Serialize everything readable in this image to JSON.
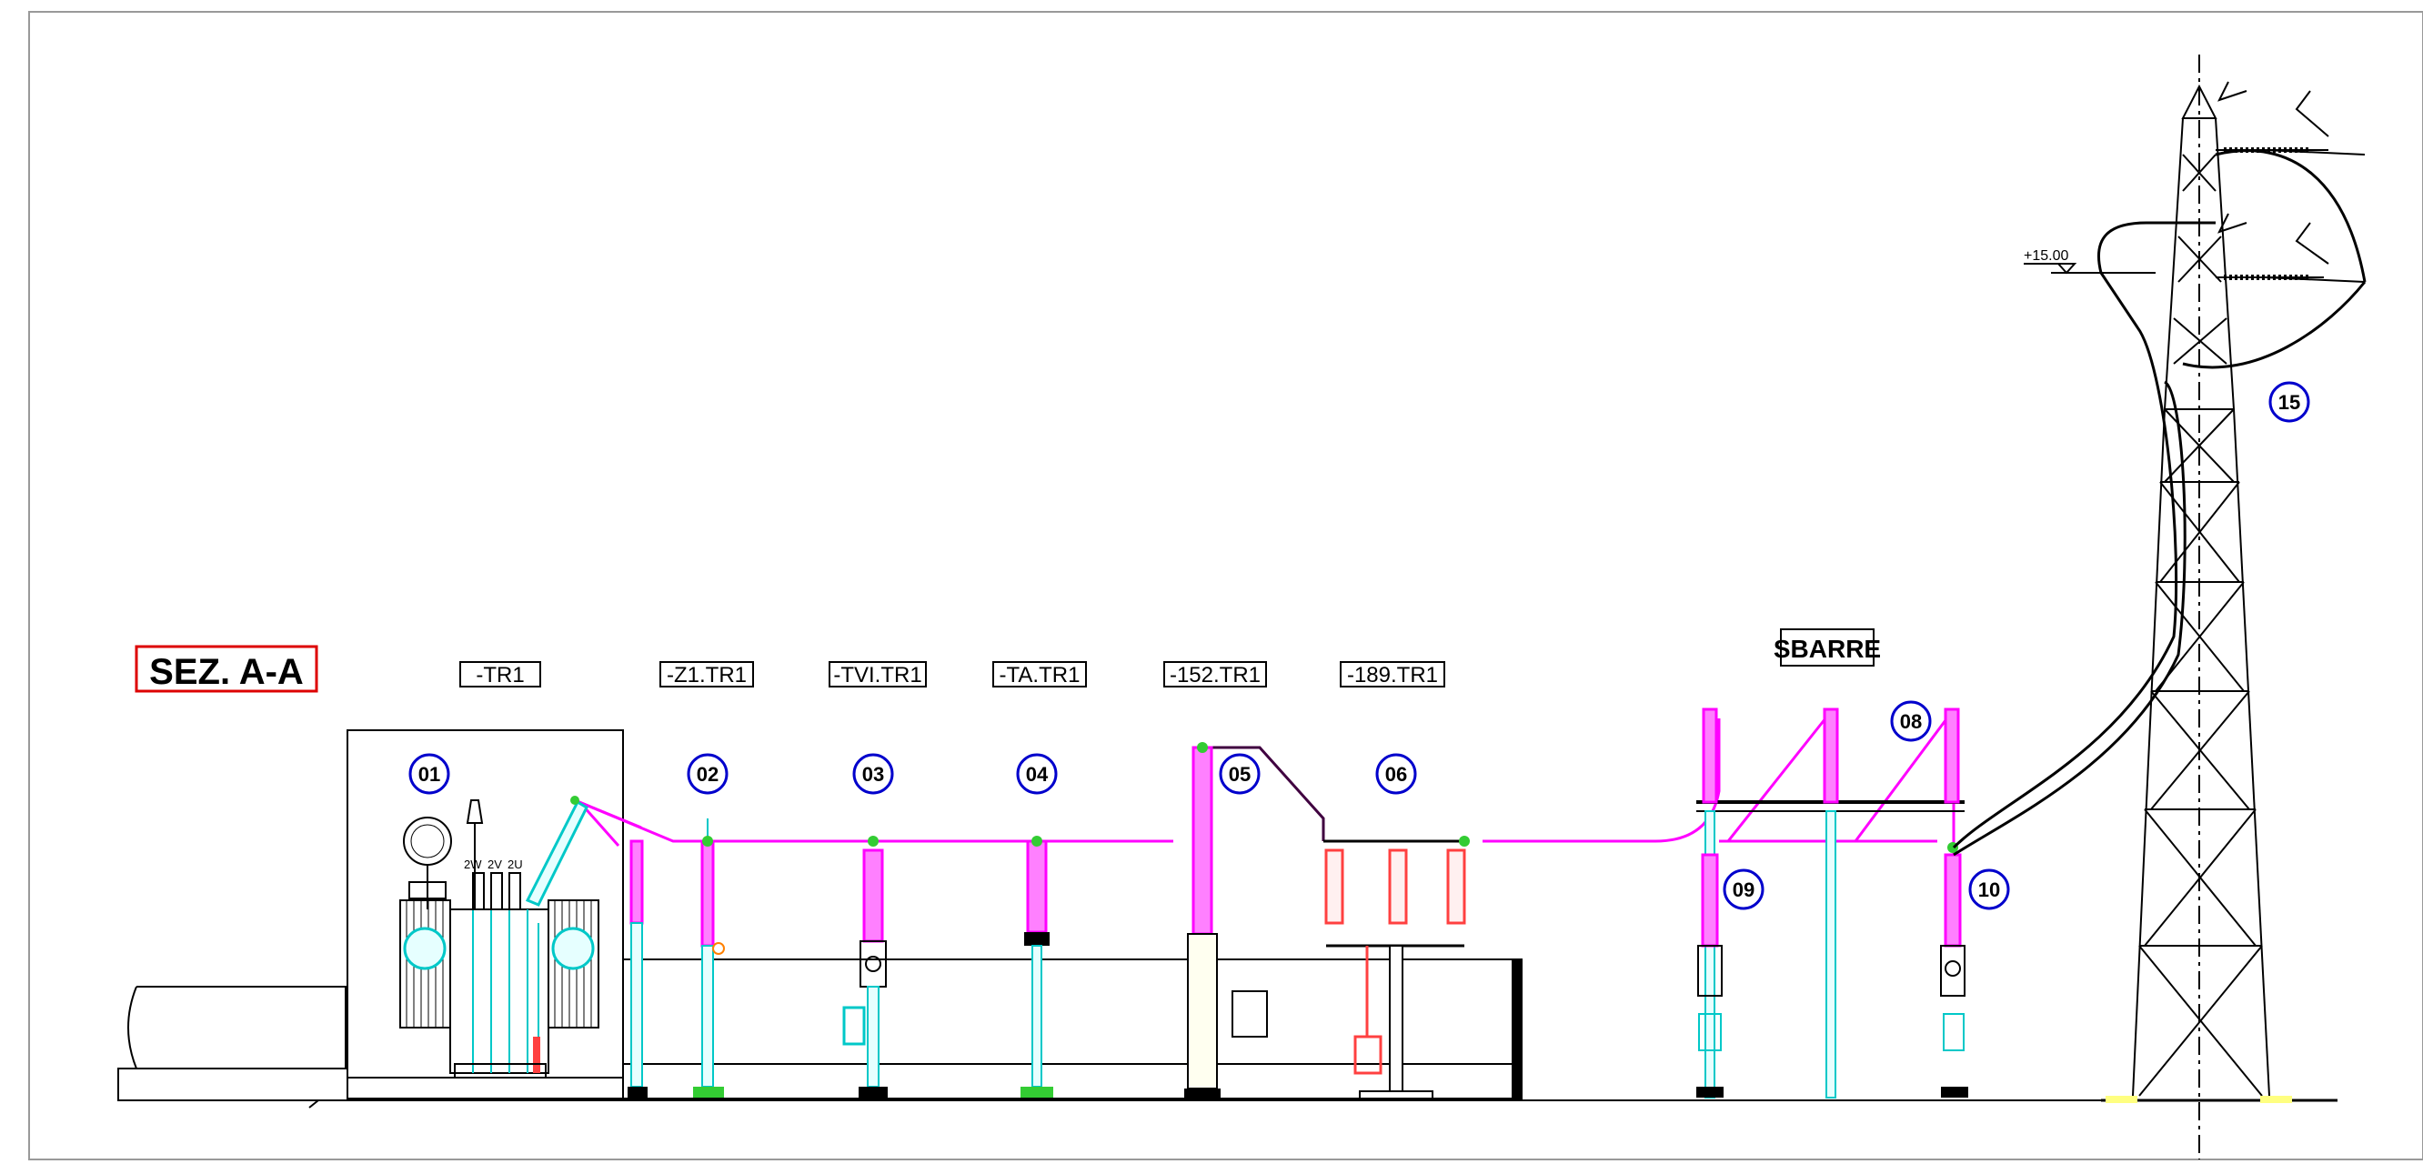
{
  "section_title": "SEZ. A-A",
  "busbar_label": "SBARRE",
  "elevation": "+15.00",
  "equipment_labels": [
    "-TR1",
    "-Z1.TR1",
    "-TVI.TR1",
    "-TA.TR1",
    "-152.TR1",
    "-189.TR1"
  ],
  "markers": [
    "01",
    "02",
    "03",
    "04",
    "05",
    "06",
    "08",
    "09",
    "10",
    "15"
  ],
  "transformer_phase_labels": [
    "2W",
    "2V",
    "2U"
  ],
  "colors": {
    "conductor": "#ff00ff",
    "insulator": "#ff00ff",
    "structure": "#00c8c8",
    "disconnector": "#ff4040",
    "marker_circle": "#0000cc",
    "title_box": "#dd0000",
    "joint": "#33cc33"
  }
}
